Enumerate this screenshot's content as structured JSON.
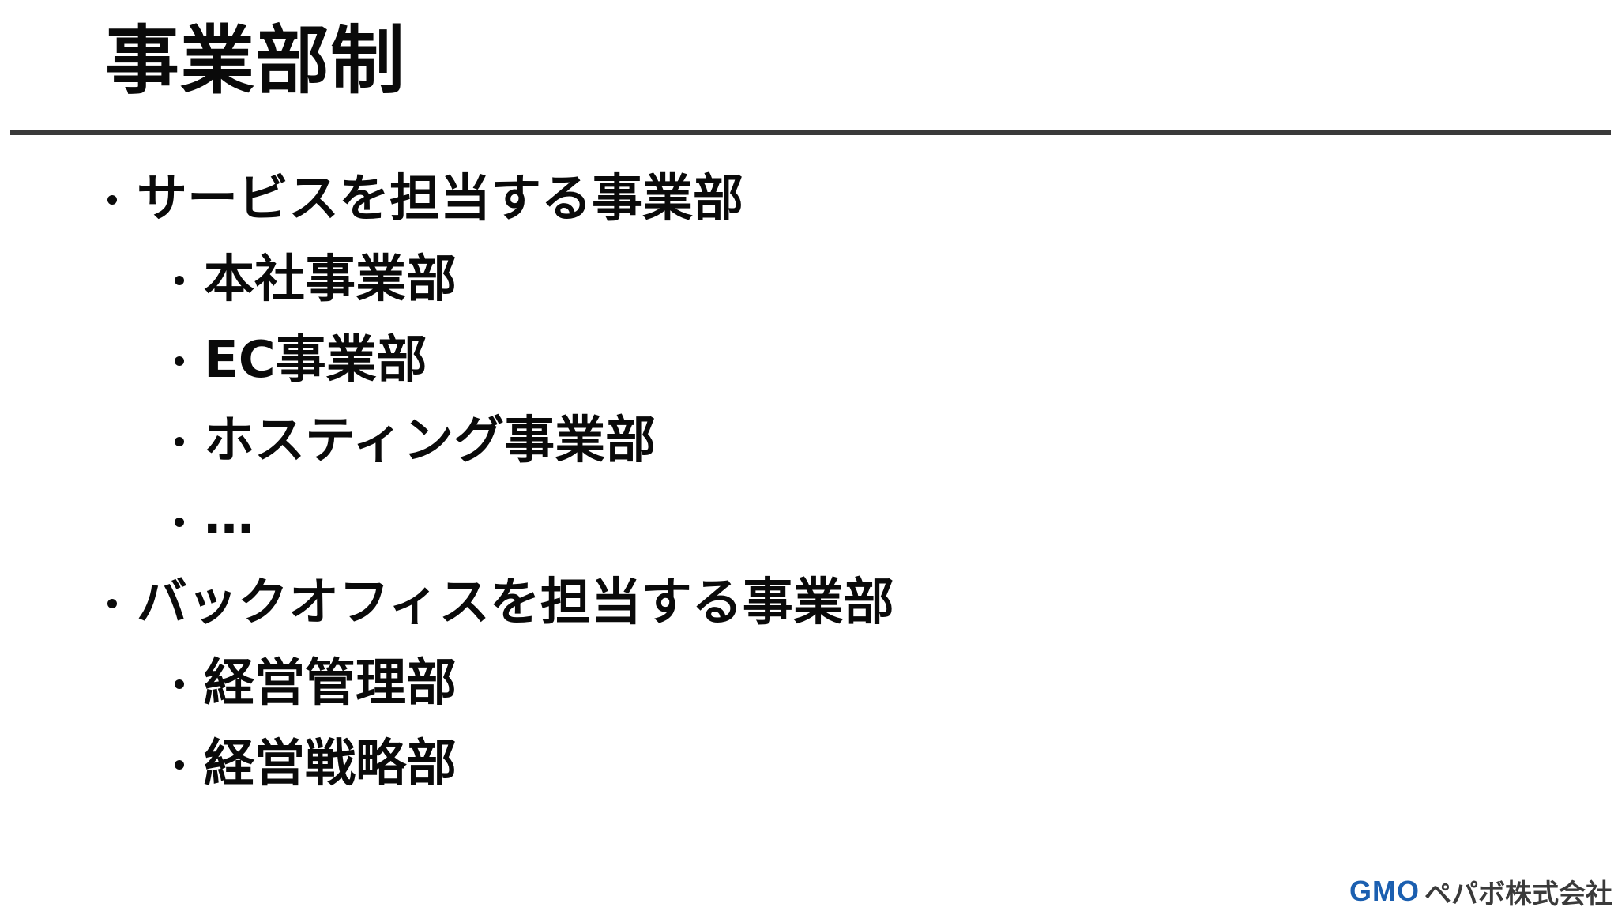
{
  "slide": {
    "title": "事業部制"
  },
  "bullets": [
    {
      "text": "サービスを担当する事業部",
      "level": 1
    },
    {
      "text": "本社事業部",
      "level": 2
    },
    {
      "text": "EC事業部",
      "level": 2
    },
    {
      "text": "ホスティング事業部",
      "level": 2
    },
    {
      "text": "…",
      "level": 2
    },
    {
      "text": "バックオフィスを担当する事業部",
      "level": 1
    },
    {
      "text": "経営管理部",
      "level": 2
    },
    {
      "text": "経営戦略部",
      "level": 2
    }
  ],
  "logo": {
    "brand": "GMO",
    "company": "ペパボ株式会社",
    "brand_color": "#1b5fb0"
  },
  "colors": {
    "text": "#0a0a0a",
    "rule": "#3a3a3a",
    "background": "#ffffff"
  }
}
